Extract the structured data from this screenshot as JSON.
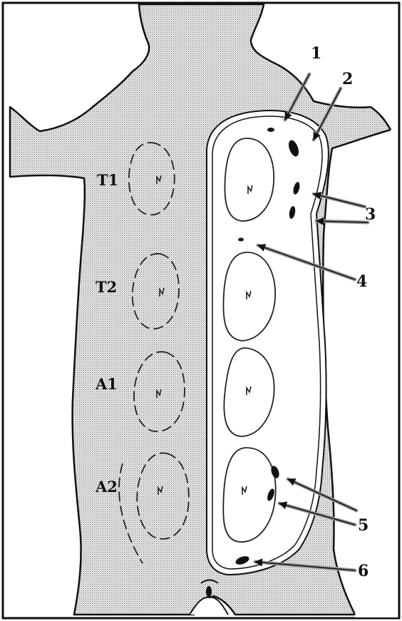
{
  "figure": {
    "site_labels": [
      {
        "key": "t1",
        "text": "T1"
      },
      {
        "key": "t2",
        "text": "T2"
      },
      {
        "key": "a1",
        "text": "A1"
      },
      {
        "key": "a2",
        "text": "A2"
      }
    ],
    "callouts": [
      {
        "key": "c1",
        "text": "1"
      },
      {
        "key": "c2",
        "text": "2"
      },
      {
        "key": "c3",
        "text": "3"
      },
      {
        "key": "c4",
        "text": "4"
      },
      {
        "key": "c5",
        "text": "5"
      },
      {
        "key": "c6",
        "text": "6"
      }
    ]
  }
}
